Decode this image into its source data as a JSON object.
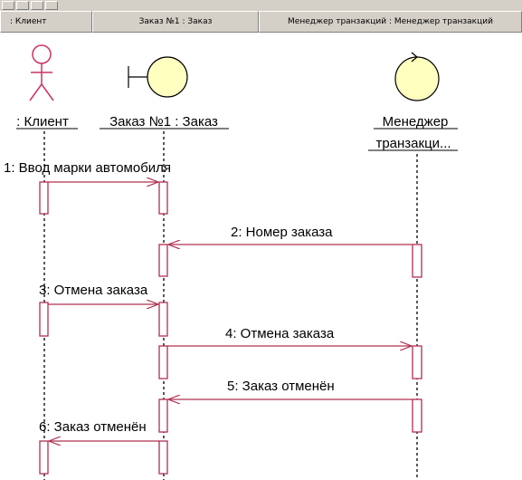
{
  "header": {
    "client": ": Клиент",
    "order": "Заказ №1 : Заказ",
    "manager": "Менеджер транзакций : Менеджер транзакций"
  },
  "objects": {
    "client": {
      "label": ": Клиент",
      "kind": "actor"
    },
    "order": {
      "label": "Заказ №1 : Заказ",
      "kind": "boundary"
    },
    "manager": {
      "label_line1": "Менеджер",
      "label_line2": "транзакци...",
      "kind": "control"
    }
  },
  "messages": [
    {
      "label": "1: Ввод марки автомобиля",
      "from": "client",
      "to": "order"
    },
    {
      "label": "2: Номер заказа",
      "from": "manager",
      "to": "order"
    },
    {
      "label": "3: Отмена заказа",
      "from": "client",
      "to": "order"
    },
    {
      "label": "4: Отмена заказа",
      "from": "order",
      "to": "manager"
    },
    {
      "label": "5: Заказ отменён",
      "from": "manager",
      "to": "order"
    },
    {
      "label": "6: Заказ отменён",
      "from": "order",
      "to": "client"
    }
  ],
  "colors": {
    "icon_fill": "#ffffc0",
    "actor": "#cc3366",
    "message": "#b03050",
    "activation": "#b03050"
  }
}
